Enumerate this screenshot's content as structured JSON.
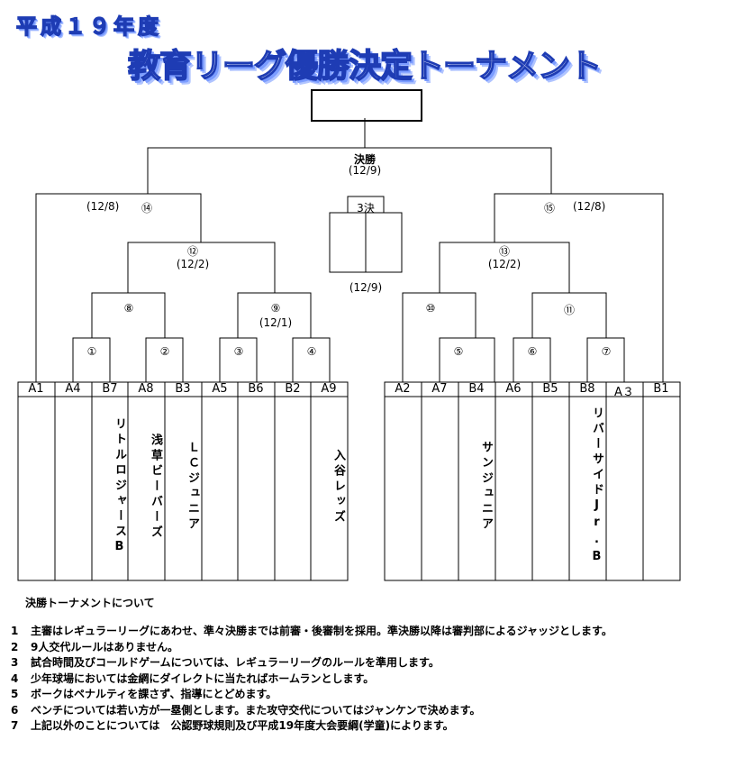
{
  "header": {
    "year": "平成１９年度",
    "title": "教育リーグ優勝決定トーナメント"
  },
  "final": {
    "label": "決勝",
    "date": "(12/9)"
  },
  "third_place": {
    "label": "3決",
    "date": "(12/9)"
  },
  "games": {
    "g1": "①",
    "g2": "②",
    "g3": "③",
    "g4": "④",
    "g5": "⑤",
    "g6": "⑥",
    "g7": "⑦",
    "g8": "⑧",
    "g9": "⑨",
    "g9_date": "(12/1)",
    "g10": "⑩",
    "g11": "⑪",
    "g12": "⑫",
    "g12_date": "(12/2)",
    "g13": "⑬",
    "g13_date": "(12/2)",
    "g14": "⑭",
    "g14_date": "(12/8)",
    "g15": "⑮",
    "g15_date": "(12/8)"
  },
  "left_seeds": [
    "A1",
    "A4",
    "B7",
    "A8",
    "B3",
    "A5",
    "B6",
    "B2",
    "A9"
  ],
  "right_seeds": [
    "A2",
    "A7",
    "B4",
    "A6",
    "B5",
    "B8",
    "A３",
    "B1"
  ],
  "left_names": [
    "",
    "",
    "リトルロジャースB",
    "浅草ビーバーズ",
    "ＬＣジュニア",
    "",
    "",
    "",
    "入谷レッズ"
  ],
  "right_names": [
    "",
    "",
    "サンジュニア",
    "",
    "",
    "リバーサイドJr.B",
    "",
    ""
  ],
  "rules_heading": "決勝トーナメントについて",
  "rules": [
    {
      "n": "1",
      "text": "主審はレギュラーリーグにあわせ、準々決勝までは前審・後審制を採用。準決勝以降は審判部によるジャッジとします。"
    },
    {
      "n": "2",
      "text": "9人交代ルールはありません。"
    },
    {
      "n": "3",
      "text": "試合時間及びコールドゲームについては、レギュラーリーグのルールを準用します。"
    },
    {
      "n": "4",
      "text": "少年球場においては金網にダイレクトに当たればホームランとします。"
    },
    {
      "n": "5",
      "text": "ボークはペナルティを課さず、指導にとどめます。"
    },
    {
      "n": "6",
      "text": "ベンチについては若い方が一塁側とします。また攻守交代についてはジャンケンで決めます。"
    },
    {
      "n": "7",
      "text": "上記以外のことについては　公認野球規則及び平成19年度大会要綱(学童)によります。"
    }
  ]
}
